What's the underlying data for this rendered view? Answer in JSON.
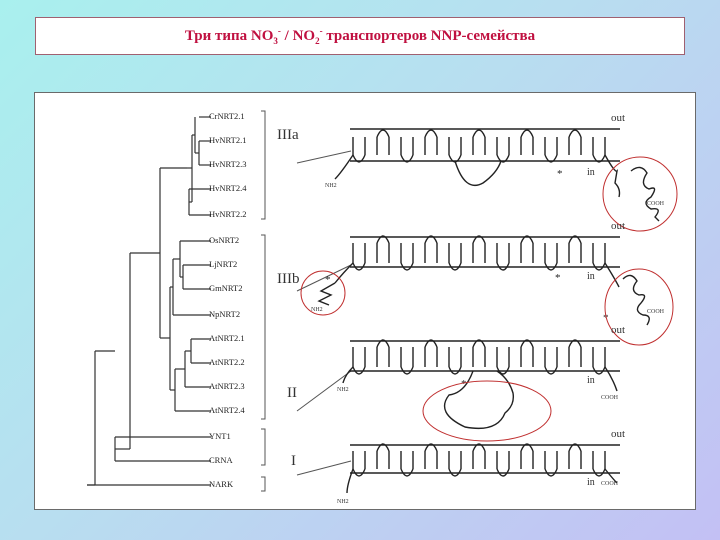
{
  "title": {
    "prefix": "Три типа NO",
    "sub1": "3",
    "sup1": "-",
    "middle": " / NO",
    "sub2": "2",
    "sup2": "-",
    "suffix": " транспортеров NNP-семейства"
  },
  "tree": {
    "taxa": [
      "CrNRT2.1",
      "HvNRT2.1",
      "HvNRT2.3",
      "HvNRT2.4",
      "HvNRT2.2",
      "OsNRT2",
      "LjNRT2",
      "GmNRT2",
      "NpNRT2",
      "AtNRT2.1",
      "AtNRT2.2",
      "AtNRT2.3",
      "AtNRT2.4",
      "YNT1",
      "CRNA",
      "NARK"
    ],
    "groups": [
      "IIIa",
      "IIIb",
      "II",
      "I"
    ]
  },
  "topology_labels": {
    "out": "out",
    "in": "in",
    "nh2": "NH2",
    "cooh": "COOH",
    "star": "*"
  },
  "colors": {
    "title_text": "#c01040",
    "highlight_ellipse": "#c03030"
  }
}
